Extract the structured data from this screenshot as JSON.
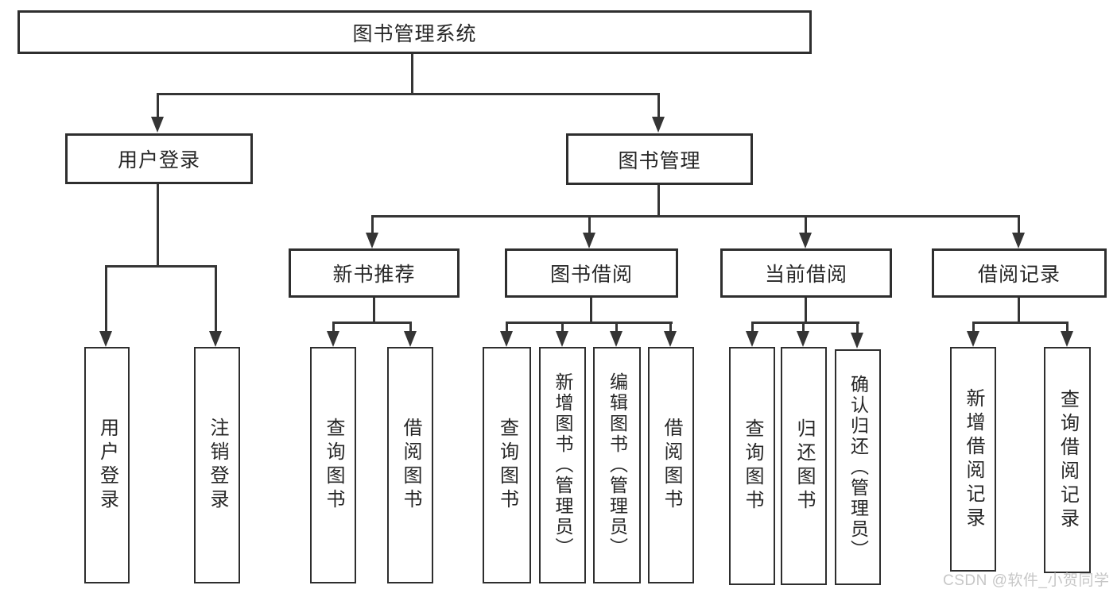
{
  "diagram": {
    "type": "hierarchy-flowchart",
    "root": {
      "label": "图书管理系统"
    },
    "branches": [
      {
        "label": "用户登录",
        "children": [
          {
            "label": "用户登录"
          },
          {
            "label": "注销登录"
          }
        ]
      },
      {
        "label": "图书管理",
        "children": [
          {
            "label": "新书推荐",
            "children": [
              {
                "label": "查询图书"
              },
              {
                "label": "借阅图书"
              }
            ]
          },
          {
            "label": "图书借阅",
            "children": [
              {
                "label": "查询图书"
              },
              {
                "label": "新增图书（管理员）"
              },
              {
                "label": "编辑图书（管理员）"
              },
              {
                "label": "借阅图书"
              }
            ]
          },
          {
            "label": "当前借阅",
            "children": [
              {
                "label": "查询图书"
              },
              {
                "label": "归还图书"
              },
              {
                "label": "确认归还（管理员）"
              }
            ]
          },
          {
            "label": "借阅记录",
            "children": [
              {
                "label": "新增借阅记录"
              },
              {
                "label": "查询借阅记录"
              }
            ]
          }
        ]
      }
    ]
  },
  "watermark": {
    "text": "CSDN @软件_小贺同学",
    "color": "#c7c7c7"
  },
  "colors": {
    "background": "#ffffff",
    "line": "#353535",
    "box_border": "#2e2e2e",
    "text": "#262626"
  }
}
